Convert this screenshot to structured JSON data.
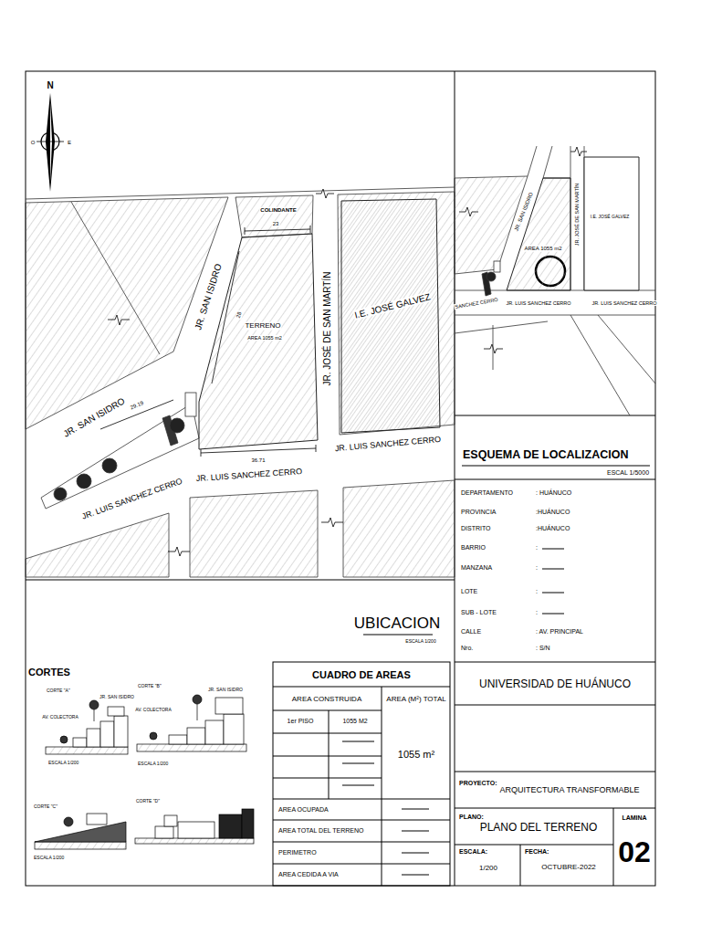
{
  "diagram": {
    "nodes": [
      {
        "text": [
          "TERRENO",
          "AREA 1055 m2"
        ]
      },
      {
        "text": [
          "I.E. JOSÉ GALVEZ"
        ]
      },
      {
        "text": [
          "I.E. JOSÉ GALVEZ"
        ]
      },
      {
        "text": [
          "AREA 1055 m2"
        ]
      }
    ],
    "labels": [
      "N",
      "O",
      "E",
      "COLINDANTE",
      "23",
      "JR. SAN ISIDRO",
      "28",
      "29.19",
      "JR. SAN ISIDRO",
      "JR. JOSÉ DE SAN MARTÍN",
      "36.71",
      "JR. LUIS SANCHEZ CERRO",
      "JR. LUIS SANCHEZ CERRO",
      "JR. LUIS SANCHEZ CERRO",
      "UBICACION",
      "ESCALA 1/200",
      "JR. SAN ISIDRO",
      "JR. JOSÉ DE SAN MARTÍN",
      "JR. LUIS SANCHEZ CERRO",
      "JR. LUIS SANCHEZ CERRO",
      "SANCHEZ CERRO",
      "ESQUEMA DE LOCALIZACION",
      "ESCAL 1/5000",
      "DEPARTAMENTO",
      ": HUÁNUCO",
      "PROVINCIA",
      ":HUÁNUCO",
      "DISTRITO",
      ":HUÁNUCO",
      "BARRIO",
      ":",
      "MANZANA",
      ":",
      "LOTE",
      ":",
      "SUB - LOTE",
      ":",
      "CALLE",
      ": AV. PRINCIPAL",
      "Nro.",
      ": S/N",
      "UNIVERSIDAD DE HUÁNUCO",
      "PROYECTO:",
      "ARQUITECTURA TRANSFORMABLE",
      "PLANO:",
      "PLANO DEL TERRENO",
      "LAMINA",
      "02",
      "ESCALA:",
      "1/200",
      "FECHA:",
      "OCTUBRE-2022",
      "CUADRO DE AREAS",
      "AREA CONSTRUIDA",
      "AREA (M²) TOTAL",
      "1er PISO",
      "1055 M2",
      "1055 m²",
      "AREA OCUPADA",
      "AREA TOTAL DEL TERRENO",
      "PERIMETRO",
      "AREA CEDIDA A VIA",
      "CORTES",
      "CORTE \"A\"",
      "JR. SAN ISIDRO",
      "AV. COLECTORA",
      "ESCALA 1/200",
      "CORTE \"B\"",
      "JR. SAN ISIDRO",
      "AV. COLECTORA",
      "ESCALA 1/200",
      "CORTE \"C\"",
      "CORTE \"D\"",
      "ESCALA 1/200"
    ]
  }
}
